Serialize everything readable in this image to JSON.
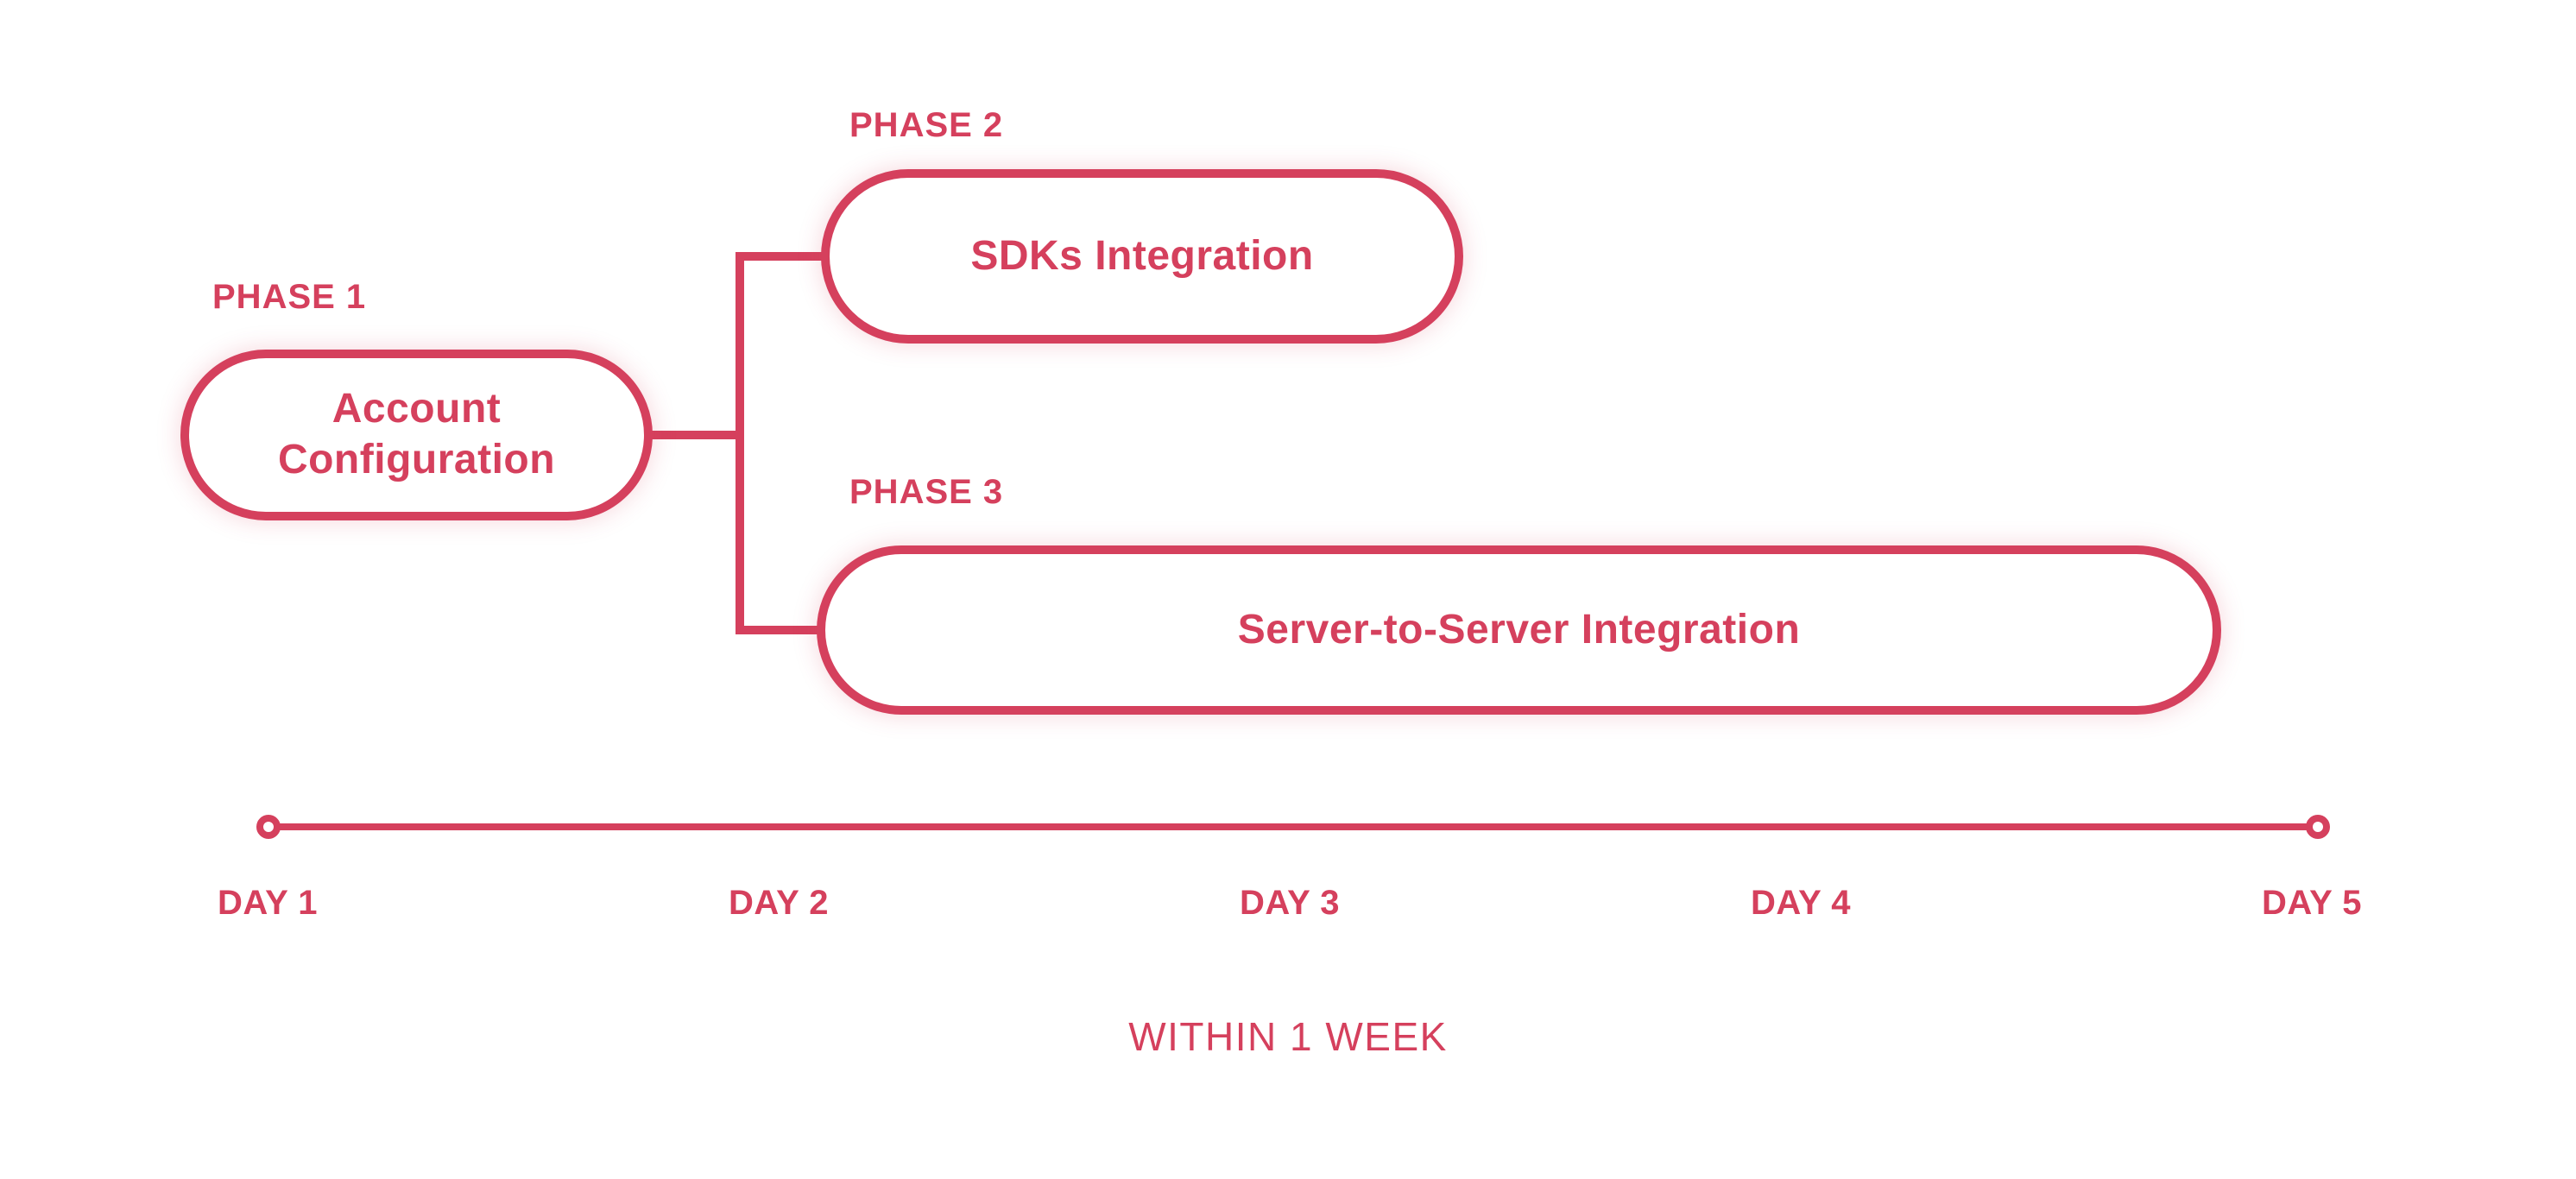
{
  "accent_color": "#D5405D",
  "background_color": "#FFFFFF",
  "phases": [
    {
      "label": "PHASE 1",
      "title": "Account Configuration",
      "title_lines": [
        "Account",
        "Configuration"
      ]
    },
    {
      "label": "PHASE 2",
      "title": "SDKs Integration"
    },
    {
      "label": "PHASE 3",
      "title": "Server-to-Server Integration"
    }
  ],
  "timeline": {
    "days": [
      "DAY 1",
      "DAY 2",
      "DAY 3",
      "DAY 4",
      "DAY 5"
    ],
    "note": "WITHIN 1 WEEK"
  }
}
